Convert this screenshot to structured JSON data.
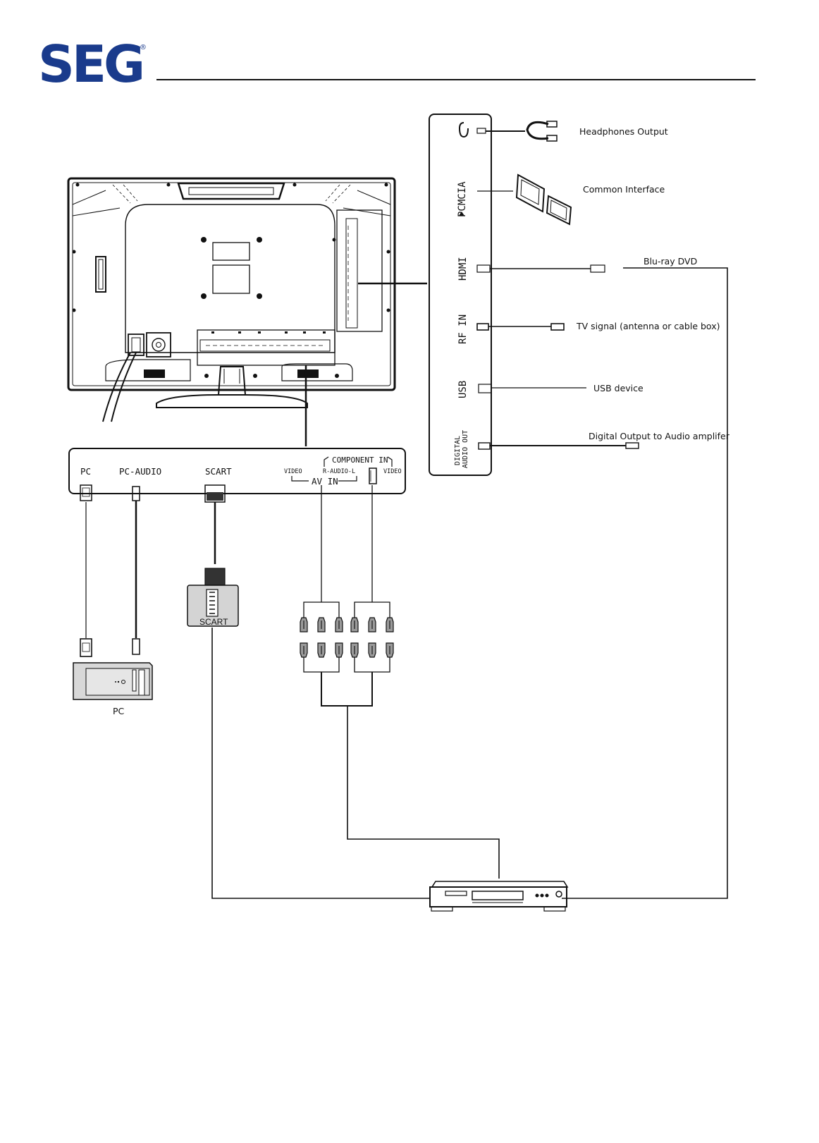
{
  "header": {
    "logo_text": "SEG",
    "registered_mark": "®"
  },
  "side_panel": {
    "ports": [
      {
        "port": "headphone",
        "device": "Headphones Output"
      },
      {
        "port": "PCMCIA",
        "device": "Common Interface"
      },
      {
        "port": "HDMI",
        "device": "Blu-ray DVD"
      },
      {
        "port": "RF IN",
        "device": "TV signal (antenna or cable box)"
      },
      {
        "port": "USB",
        "device": "USB device"
      },
      {
        "port": "DIGITAL AUDIO OUT",
        "device": "Digital Output to Audio amplifer"
      }
    ],
    "labels": {
      "pcmcia": "PCMCIA",
      "hdmi": "HDMI",
      "rf_in": "RF IN",
      "usb": "USB",
      "digital": "DIGITAL",
      "audio_out": "AUDIO OUT"
    }
  },
  "bottom_panel": {
    "pc": "PC",
    "pc_audio": "PC-AUDIO",
    "scart": "SCART",
    "av_video": "VIDEO",
    "av_audio": "R-AUDIO-L",
    "av_in": "AV IN",
    "component_in": "COMPONENT IN",
    "component_video": "VIDEO"
  },
  "devices": {
    "scart_box": "SCART",
    "pc": "PC"
  },
  "icons": [
    "headphones-icon",
    "ci-card-icon",
    "pc-tower-icon",
    "dvd-player-icon",
    "scart-adapter-icon",
    "rca-plug-icon"
  ]
}
